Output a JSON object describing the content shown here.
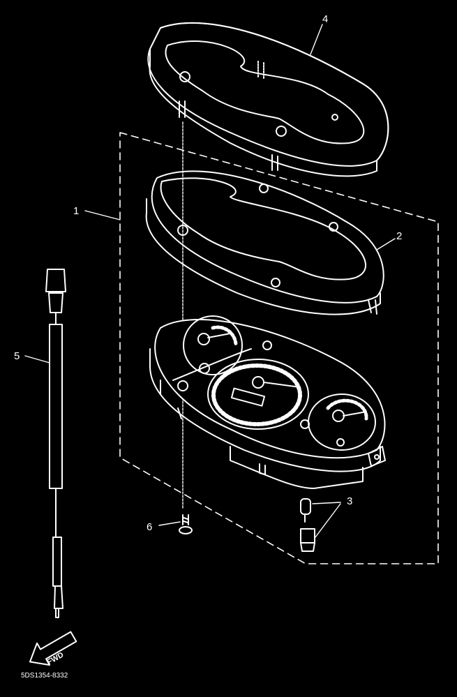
{
  "callouts": [
    {
      "id": "1",
      "label": "1"
    },
    {
      "id": "2",
      "label": "2"
    },
    {
      "id": "3",
      "label": "3"
    },
    {
      "id": "4",
      "label": "4"
    },
    {
      "id": "5",
      "label": "5"
    },
    {
      "id": "6",
      "label": "6"
    }
  ],
  "fwd_label": "FWD",
  "part_code": "5DS1354-8332",
  "colors": {
    "background": "#000000",
    "lines": "#ffffff"
  }
}
